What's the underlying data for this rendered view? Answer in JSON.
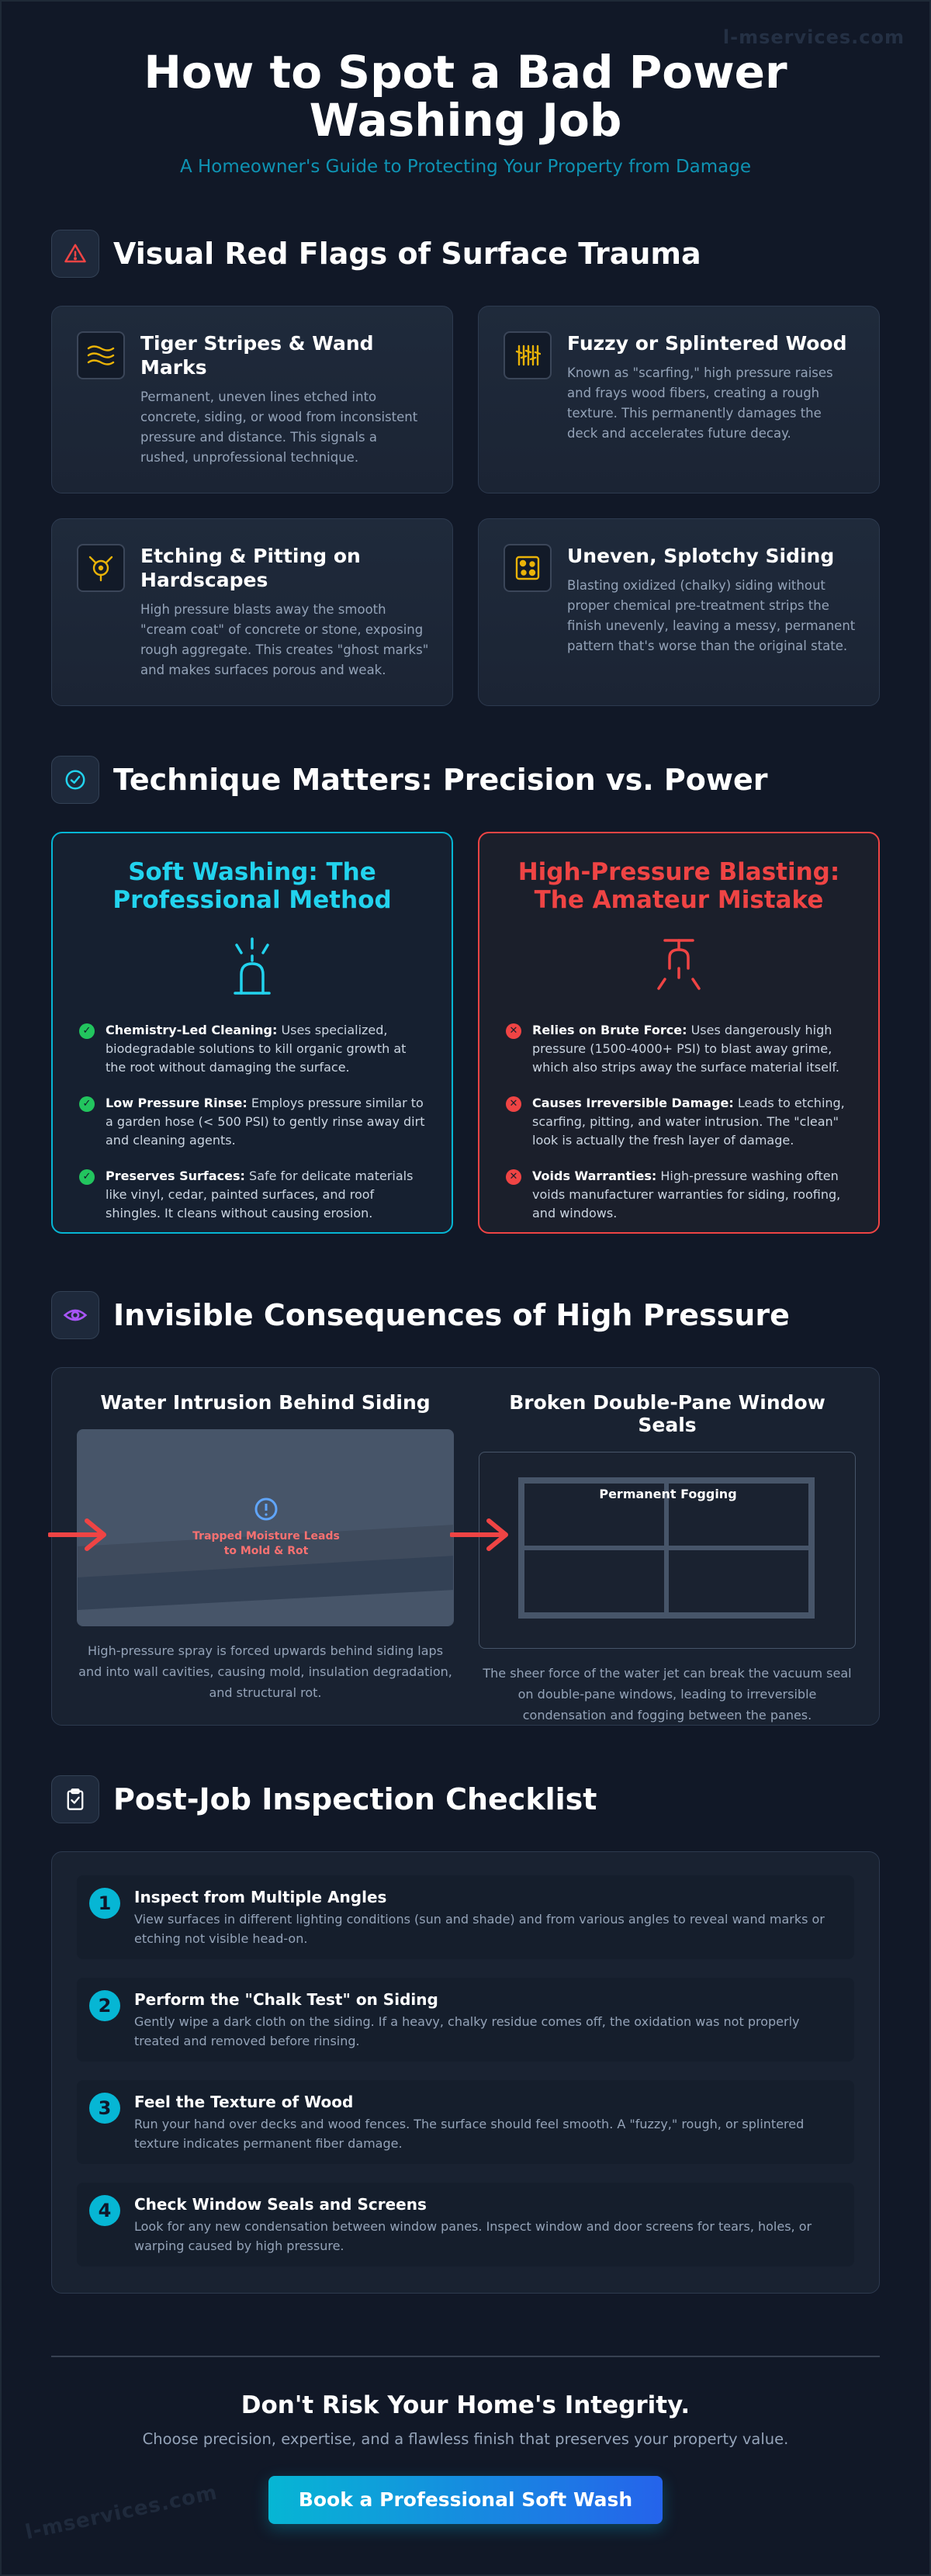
{
  "watermark": "l-mservices.com",
  "hero": {
    "title": "How to Spot a Bad Power Washing Job",
    "subtitle": "A Homeowner's Guide to Protecting Your Property from Damage"
  },
  "red_flags": {
    "title": "Visual Red Flags of Surface Trauma",
    "icon": "warning-triangle-icon",
    "items": [
      {
        "title": "Tiger Stripes & Wand Marks",
        "icon": "wave-lines-icon",
        "desc": "Permanent, uneven lines etched into concrete, siding, or wood from inconsistent pressure and distance. This signals a rushed, unprofessional technique."
      },
      {
        "title": "Fuzzy or Splintered Wood",
        "icon": "splinter-icon",
        "desc": "Known as \"scarfing,\" high pressure raises and frays wood fibers, creating a rough texture. This permanently damages the deck and accelerates future decay."
      },
      {
        "title": "Etching & Pitting on Hardscapes",
        "icon": "pitting-icon",
        "desc": "High pressure blasts away the smooth \"cream coat\" of concrete or stone, exposing rough aggregate. This creates \"ghost marks\" and makes surfaces porous and weak."
      },
      {
        "title": "Uneven, Splotchy Siding",
        "icon": "splotch-icon",
        "desc": "Blasting oxidized (chalky) siding without proper chemical pre-treatment strips the finish unevenly, leaving a messy, permanent pattern that's worse than the original state."
      }
    ]
  },
  "technique": {
    "title": "Technique Matters: Precision vs. Power",
    "icon": "check-circle-icon",
    "soft": {
      "title": "Soft Washing: The Professional Method",
      "icon": "soft-nozzle-icon",
      "items": [
        {
          "lead": "Chemistry-Led Cleaning:",
          "text": "Uses specialized, biodegradable solutions to kill organic growth at the root without damaging the surface."
        },
        {
          "lead": "Low Pressure Rinse:",
          "text": "Employs pressure similar to a garden hose (< 500 PSI) to gently rinse away dirt and cleaning agents."
        },
        {
          "lead": "Preserves Surfaces:",
          "text": "Safe for delicate materials like vinyl, cedar, painted surfaces, and roof shingles. It cleans without causing erosion."
        }
      ]
    },
    "hard": {
      "title": "High-Pressure Blasting: The Amateur Mistake",
      "icon": "blaster-nozzle-icon",
      "items": [
        {
          "lead": "Relies on Brute Force:",
          "text": "Uses dangerously high pressure (1500-4000+ PSI) to blast away grime, which also strips away the surface material itself."
        },
        {
          "lead": "Causes Irreversible Damage:",
          "text": "Leads to etching, scarfing, pitting, and water intrusion. The \"clean\" look is actually the fresh layer of damage."
        },
        {
          "lead": "Voids Warranties:",
          "text": "High-pressure washing often voids manufacturer warranties for siding, roofing, and windows."
        }
      ]
    }
  },
  "consequences": {
    "title": "Invisible Consequences of High Pressure",
    "icon": "eye-icon",
    "left": {
      "title": "Water Intrusion Behind Siding",
      "label": "Trapped Moisture Leads to Mold & Rot",
      "desc": "High-pressure spray is forced upwards behind siding laps and into wall cavities, causing mold, insulation degradation, and structural rot."
    },
    "right": {
      "title": "Broken Double-Pane Window Seals",
      "label": "Permanent Fogging",
      "desc": "The sheer force of the water jet can break the vacuum seal on double-pane windows, leading to irreversible condensation and fogging between the panes."
    }
  },
  "checklist": {
    "title": "Post-Job Inspection Checklist",
    "icon": "clipboard-check-icon",
    "items": [
      {
        "num": "1",
        "title": "Inspect from Multiple Angles",
        "desc": "View surfaces in different lighting conditions (sun and shade) and from various angles to reveal wand marks or etching not visible head-on."
      },
      {
        "num": "2",
        "title": "Perform the \"Chalk Test\" on Siding",
        "desc": "Gently wipe a dark cloth on the siding. If a heavy, chalky residue comes off, the oxidation was not properly treated and removed before rinsing."
      },
      {
        "num": "3",
        "title": "Feel the Texture of Wood",
        "desc": "Run your hand over decks and wood fences. The surface should feel smooth. A \"fuzzy,\" rough, or splintered texture indicates permanent fiber damage."
      },
      {
        "num": "4",
        "title": "Check Window Seals and Screens",
        "desc": "Look for any new condensation between window panes. Inspect window and door screens for tears, holes, or warping caused by high pressure."
      }
    ]
  },
  "cta": {
    "title": "Don't Risk Your Home's Integrity.",
    "subtitle": "Choose precision, expertise, and a flawless finish that preserves your property value.",
    "button": "Book a Professional Soft Wash"
  },
  "colors": {
    "background": "#111827",
    "accent": "#06b6d4",
    "danger": "#ef4444",
    "success": "#22c55e",
    "warning_gold": "#eab308"
  }
}
